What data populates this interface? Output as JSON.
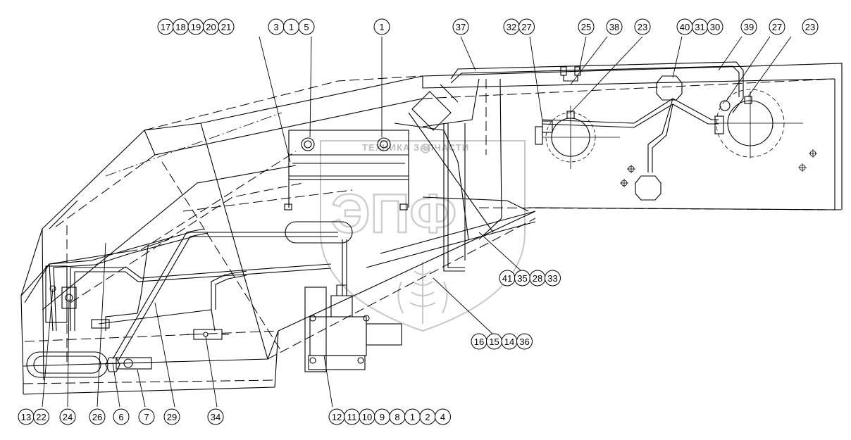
{
  "watermark": {
    "caption": "ТЕХНИКА ЗАПЧАСТИ",
    "logo_letters": "ЭПФ"
  },
  "callout_groups": [
    {
      "id": "top-1",
      "labels": [
        "17",
        "18",
        "19",
        "20",
        "21"
      ]
    },
    {
      "id": "top-2",
      "labels": [
        "3",
        "1",
        "5"
      ]
    },
    {
      "id": "top-3",
      "labels": [
        "1"
      ]
    },
    {
      "id": "top-4",
      "labels": [
        "37"
      ]
    },
    {
      "id": "top-5",
      "labels": [
        "32",
        "27"
      ]
    },
    {
      "id": "top-6",
      "labels": [
        "25"
      ]
    },
    {
      "id": "top-7",
      "labels": [
        "38"
      ]
    },
    {
      "id": "top-8",
      "labels": [
        "23"
      ]
    },
    {
      "id": "top-9",
      "labels": [
        "40",
        "31",
        "30"
      ]
    },
    {
      "id": "top-10",
      "labels": [
        "39"
      ]
    },
    {
      "id": "top-11",
      "labels": [
        "27"
      ]
    },
    {
      "id": "top-12",
      "labels": [
        "23"
      ]
    },
    {
      "id": "right-1",
      "labels": [
        "41",
        "35",
        "28",
        "33"
      ]
    },
    {
      "id": "right-2",
      "labels": [
        "16",
        "15",
        "14",
        "36"
      ]
    },
    {
      "id": "bottom-1",
      "labels": [
        "13",
        "22"
      ]
    },
    {
      "id": "bottom-2",
      "labels": [
        "24"
      ]
    },
    {
      "id": "bottom-3",
      "labels": [
        "26"
      ]
    },
    {
      "id": "bottom-4",
      "labels": [
        "6"
      ]
    },
    {
      "id": "bottom-5",
      "labels": [
        "7"
      ]
    },
    {
      "id": "bottom-6",
      "labels": [
        "29"
      ]
    },
    {
      "id": "bottom-7",
      "labels": [
        "34"
      ]
    },
    {
      "id": "bottom-8",
      "labels": [
        "12",
        "11",
        "10",
        "9",
        "8",
        "1",
        "2",
        "4"
      ]
    }
  ]
}
